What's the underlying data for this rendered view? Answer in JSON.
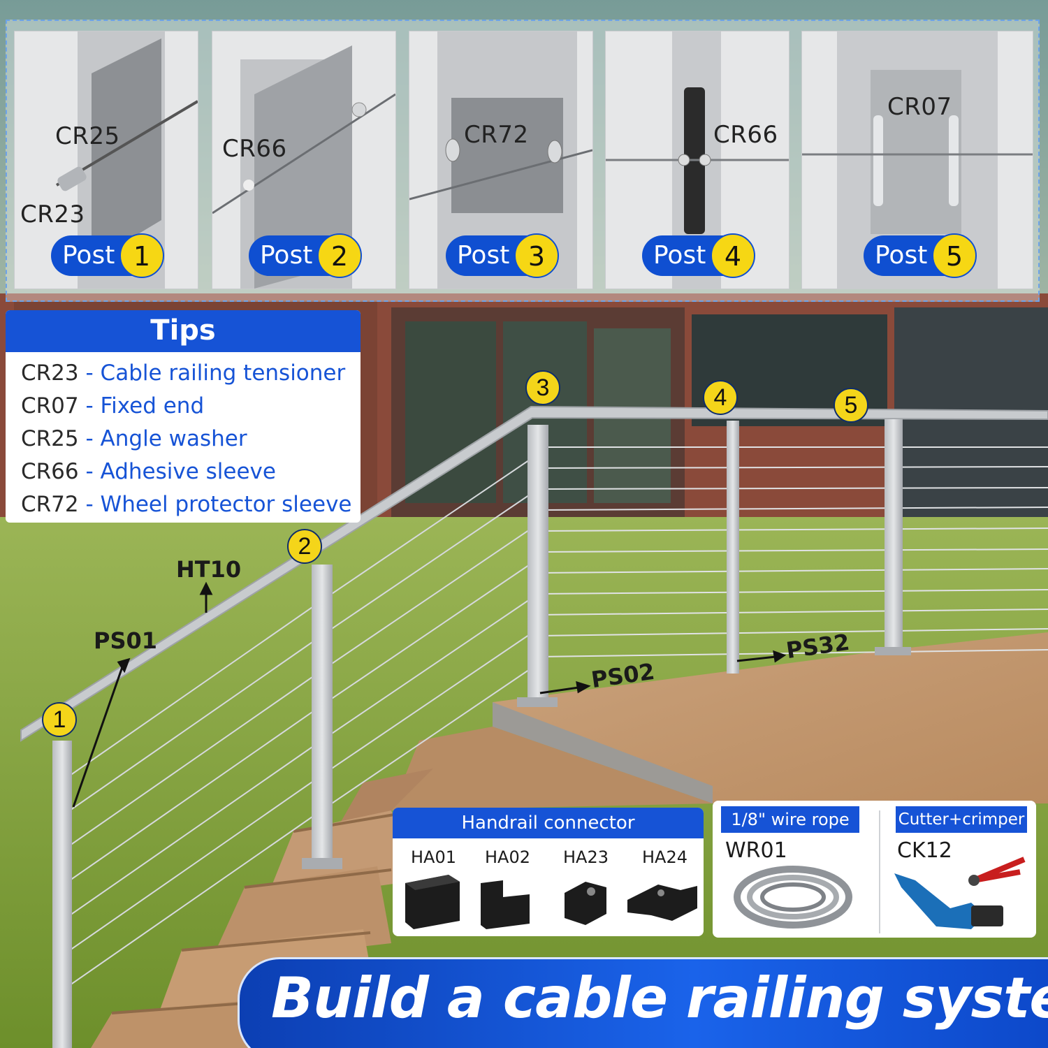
{
  "posts": [
    {
      "post_label": "Post",
      "number": "1",
      "codes": [
        "CR25",
        "CR23"
      ]
    },
    {
      "post_label": "Post",
      "number": "2",
      "codes": [
        "CR66"
      ]
    },
    {
      "post_label": "Post",
      "number": "3",
      "codes": [
        "CR72"
      ]
    },
    {
      "post_label": "Post",
      "number": "4",
      "codes": [
        "CR66"
      ]
    },
    {
      "post_label": "Post",
      "number": "5",
      "codes": [
        "CR07"
      ]
    }
  ],
  "tips": {
    "title": "Tips",
    "items": [
      {
        "code": "CR23",
        "sep": " - ",
        "desc": "Cable railing tensioner"
      },
      {
        "code": "CR07",
        "sep": " - ",
        "desc": "Fixed end"
      },
      {
        "code": "CR25",
        "sep": " - ",
        "desc": "Angle washer"
      },
      {
        "code": "CR66",
        "sep": " - ",
        "desc": "Adhesive sleeve"
      },
      {
        "code": "CR72",
        "sep": " - ",
        "desc": "Wheel protector sleeve"
      }
    ]
  },
  "scene": {
    "markers": [
      "1",
      "2",
      "3",
      "4",
      "5"
    ],
    "labels": {
      "ht10": "HT10",
      "ps01": "PS01",
      "ps02": "PS02",
      "ps32": "PS32"
    }
  },
  "handrail_connector": {
    "title": "Handrail connector",
    "items": [
      "HA01",
      "HA02",
      "HA23",
      "HA24"
    ]
  },
  "wire_rope": {
    "title": "1/8\" wire rope",
    "code": "WR01"
  },
  "cutter": {
    "title": "Cutter+crimper",
    "code": "CK12"
  },
  "banner": {
    "text": "Build a cable railing system"
  },
  "colors": {
    "accent": "#1653d6",
    "marker": "#f4d51a",
    "brick": "#8a4a3a",
    "lawn": "#7fa23c",
    "deck": "#c79a72"
  }
}
